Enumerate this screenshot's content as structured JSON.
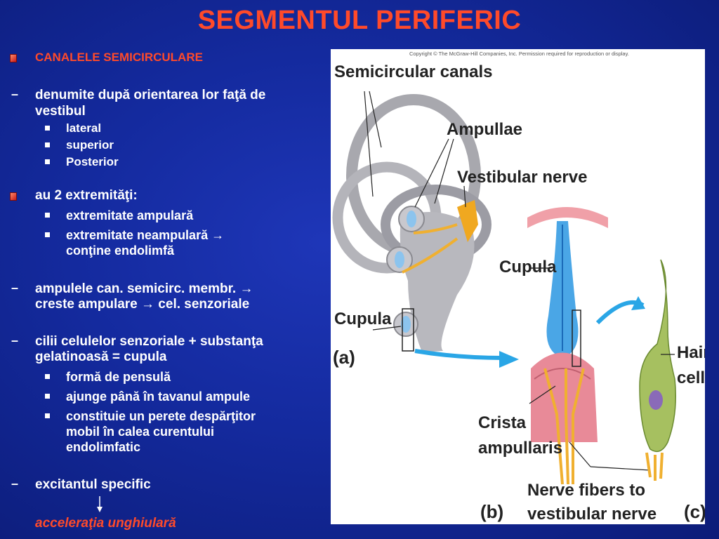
{
  "slide": {
    "title": "SEGMENTUL PERIFERIC",
    "heading": "CANALELE SEMICIRCULARE",
    "item1": {
      "line1": "denumite după orientarea lor faţă de",
      "line2": "vestibul"
    },
    "item1_sub": [
      "lateral",
      "superior",
      "Posterior"
    ],
    "item2": "au 2 extremităţi:",
    "item2_sub": {
      "a": "extremitate  ampulară",
      "b_line1": "extremitate neampulară →",
      "b_line2": "conţine  endolimfă"
    },
    "item3": {
      "line1": "ampulele can. semicirc. membr. →",
      "line2": "creste ampulare → cel. senzoriale"
    },
    "item4": {
      "line1": "cilii celulelor senzoriale + substanţa",
      "line2": "gelatinoasă = cupula"
    },
    "item4_sub": {
      "a": "formă de pensulă",
      "b": "ajunge până în tavanul ampule",
      "c_line1": "constituie un perete despărţitor",
      "c_line2": "mobil în calea curentului",
      "c_line3": "endolimfatic"
    },
    "item5": "excitantul specific",
    "conclusion": "acceleraţia unghiulară"
  },
  "figure": {
    "copyright": "Copyright © The McGraw-Hill Companies, Inc. Permission required for reproduction or display.",
    "labels": {
      "semicircular_canals": "Semicircular canals",
      "ampullae": "Ampullae",
      "vestibular_nerve": "Vestibular nerve",
      "cupula_a": "Cupula",
      "panel_a": "(a)",
      "cupula_b": "Cupula",
      "hair_line1": "Hair",
      "hair_line2": "cell",
      "crista_line1": "Crista",
      "crista_line2": "ampullaris",
      "nerve_line1": "Nerve fibers to",
      "nerve_line2": "vestibular nerve",
      "panel_b": "(b)",
      "panel_c": "(c)"
    }
  },
  "colors": {
    "title": "#ff4a2a",
    "text": "#ffffff",
    "background": "#142a9e"
  }
}
